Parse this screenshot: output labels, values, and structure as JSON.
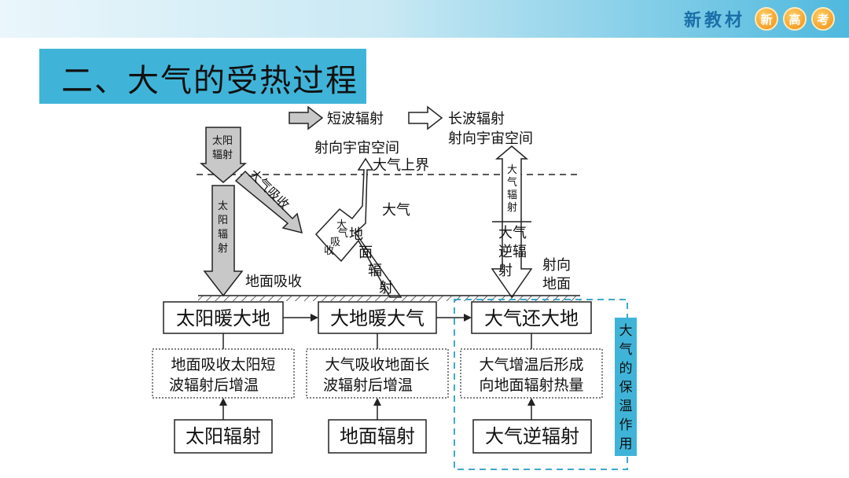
{
  "brand": {
    "text": "新教材",
    "badges": [
      "新",
      "高",
      "考"
    ]
  },
  "title": "二、大气的受热过程",
  "legend": {
    "short_wave": "短波辐射",
    "long_wave_line1": "长波辐射",
    "long_wave_line2": "射向宇宙空间"
  },
  "diagram_labels": {
    "space_top": "射向宇宙空间",
    "atmosphere_top": "大气上界",
    "solar_top": [
      "太阳",
      "辐射"
    ],
    "solar_vertical": [
      "太",
      "阳",
      "辐",
      "射"
    ],
    "atmos_absorb": "大气吸收",
    "atmosphere": "大气",
    "ground_radiation_vertical": [
      "地",
      "面",
      "辐",
      "射"
    ],
    "atmos_absorb_small": [
      "大",
      "气",
      "吸",
      "收"
    ],
    "ground_absorb": "地面吸收",
    "atmos_radiation_vertical": [
      "大",
      "气",
      "辐",
      "射"
    ],
    "counter_radiation": [
      "大气",
      "逆辐",
      "射"
    ],
    "to_ground": [
      "射向",
      "地面"
    ]
  },
  "boxes": [
    "太阳暖大地",
    "大地暖大气",
    "大气还大地"
  ],
  "descriptions": [
    [
      "地面吸收太阳短",
      "波辐射后增温"
    ],
    [
      "大气吸收地面长",
      "波辐射后增温"
    ],
    [
      "大气增温后形成",
      "向地面辐射热量"
    ]
  ],
  "sources": [
    "太阳辐射",
    "地面辐射",
    "大气逆辐射"
  ],
  "side_label": [
    "大",
    "气",
    "的",
    "保",
    "温",
    "作",
    "用"
  ],
  "colors": {
    "title_bg": "#40b4d8",
    "side_bg": "#40b4d8",
    "gray_arrow": "#c8c8c8"
  }
}
